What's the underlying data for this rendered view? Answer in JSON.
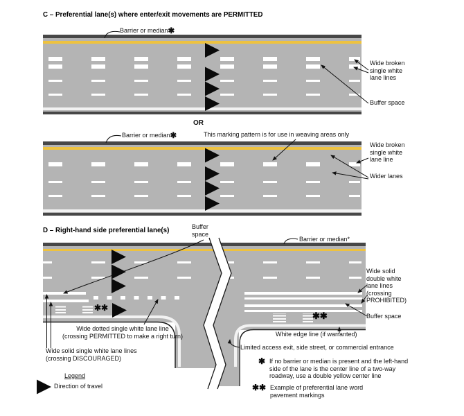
{
  "colors": {
    "road": "#b4b4b4",
    "barrier": "#474747",
    "yellow_line": "#eec23f",
    "white_line": "#ffffff",
    "text": "#111111"
  },
  "section_c": {
    "title": "C – Preferential lane(s) where enter/exit movements are PERMITTED",
    "or_label": "OR",
    "diagram1": {
      "barrier_label": "Barrier or median",
      "barrier_star": "✱",
      "wide_broken_label": "Wide broken\nsingle white\nlane lines",
      "buffer_label": "Buffer space"
    },
    "diagram2": {
      "barrier_label": "Barrier or median",
      "barrier_star": "✱",
      "weaving_note": "This marking pattern is for use in weaving areas only",
      "wide_broken_label": "Wide broken\nsingle white\nlane line",
      "wider_lanes_label": "Wider lanes"
    }
  },
  "section_d": {
    "title": "D – Right-hand side preferential lane(s)",
    "buffer_space_top_label": "Buffer\nspace",
    "barrier_label": "Barrier or median*",
    "double_white_label": "Wide solid\ndouble white\nlane lines\n(crossing\nPROHIBITED)",
    "buffer_label": "Buffer space",
    "dotted_label": "Wide dotted single white lane line\n(crossing PERMITTED to make a right turn)",
    "solid_label": "Wide solid single white lane lines\n(crossing DISCOURAGED)",
    "edge_line_label": "White edge line (if warranted)",
    "entrance_label": "Limited access exit, side street, or commercial entrance",
    "pavement_stars": "✱✱"
  },
  "legend": {
    "title": "Legend",
    "direction_label": "Direction of travel"
  },
  "footnotes": {
    "note1_symbol": "✱",
    "note1_text": "If no barrier or median is present and the left-hand\nside of the lane is the center line of a two-way\nroadway, use a double yellow center line",
    "note2_symbol": "✱✱",
    "note2_text": "Example of preferential lane word\npavement markings"
  }
}
